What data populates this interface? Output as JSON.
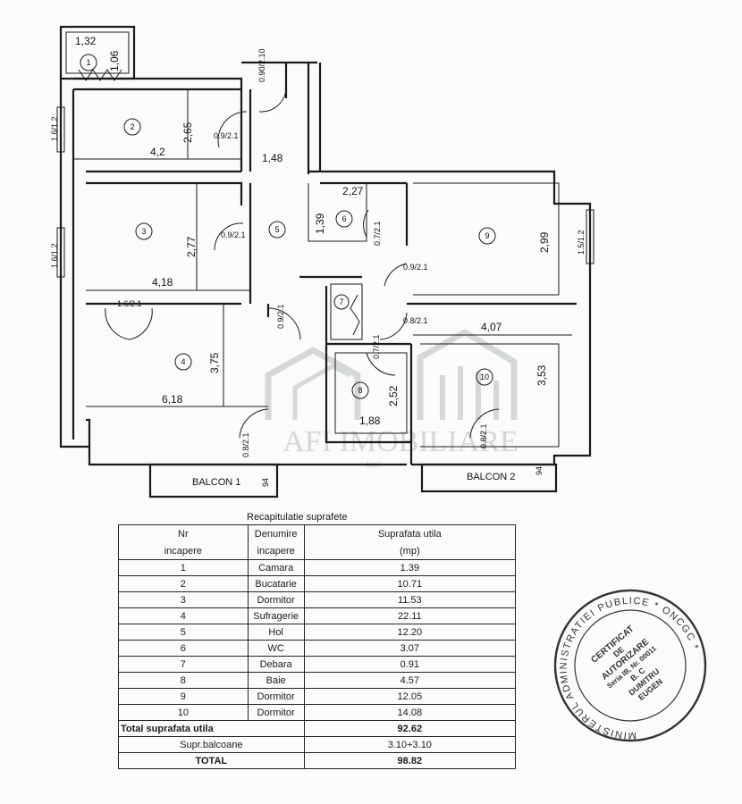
{
  "plan": {
    "room_numbers": [
      "1",
      "2",
      "3",
      "4",
      "5",
      "6",
      "7",
      "8",
      "9",
      "10"
    ],
    "dimensions": {
      "r1_w": "1,32",
      "r1_h": "1,06",
      "r2_w": "4,2",
      "r2_h": "2,65",
      "hall_w": "1,48",
      "r3_h": "2,77",
      "r3_w": "4,18",
      "r4_h": "3,75",
      "r4_w": "6,18",
      "r6_w": "2,27",
      "r6_h": "1,39",
      "r9_h": "2,99",
      "r10_w": "4,07",
      "r10_h": "3,53",
      "r8_h": "2,52",
      "r8_w": "1,88",
      "balcony1_d": "94",
      "balcony2_d": "94"
    },
    "openings": {
      "d1": "0.90/2.10",
      "d2": "0.9/2.1",
      "w1": "1.6/1.2",
      "w2": "1.6/1.2",
      "d3": "0.9/2.1",
      "d4": "1.6/2.1",
      "d5": "0.9/2.1",
      "d6": "0.7/2.1",
      "d7": "0.9/2.1",
      "d8": "0.8/2.1",
      "d9": "0.7/2.1",
      "w3": "1.5/1.2",
      "d10": "0.8/2.1",
      "d11": "0.8/2.1"
    },
    "balcony1": "BALCON 1",
    "balcony2": "BALCON 2",
    "watermark_main": "AFI IMOBILIARE",
    "watermark_sub": "Iasi"
  },
  "table": {
    "title": "Recapitulatie suprafete",
    "headers": {
      "nr_l1": "Nr",
      "nr_l2": "incapere",
      "name_l1": "Denumire",
      "name_l2": "incapere",
      "area_l1": "Suprafata utila",
      "area_l2": "(mp)"
    },
    "rows": [
      {
        "nr": "1",
        "name": "Camara",
        "area": "1.39"
      },
      {
        "nr": "2",
        "name": "Bucatarie",
        "area": "10.71"
      },
      {
        "nr": "3",
        "name": "Dormitor",
        "area": "11.53"
      },
      {
        "nr": "4",
        "name": "Sufragerie",
        "area": "22.11"
      },
      {
        "nr": "5",
        "name": "Hol",
        "area": "12.20"
      },
      {
        "nr": "6",
        "name": "WC",
        "area": "3.07"
      },
      {
        "nr": "7",
        "name": "Debara",
        "area": "0.91"
      },
      {
        "nr": "8",
        "name": "Baie",
        "area": "4.57"
      },
      {
        "nr": "9",
        "name": "Dormitor",
        "area": "12.05"
      },
      {
        "nr": "10",
        "name": "Dormitor",
        "area": "14.08"
      }
    ],
    "total_util_label": "Total suprafata utila",
    "total_util_value": "92.62",
    "balcony_label": "Supr.balcoane",
    "balcony_value": "3.10+3.10",
    "total_label": "TOTAL",
    "total_value": "98.82"
  },
  "stamp": {
    "ring_text": "MINISTERUL ADMINISTRATIEI PUBLICE * ONCGC *",
    "lines": [
      "CERTIFICAT",
      "DE",
      "AUTORIZARE",
      "Seria IB, Nr. 00011",
      "B. C",
      "DUMITRU",
      "EUGEN"
    ]
  }
}
